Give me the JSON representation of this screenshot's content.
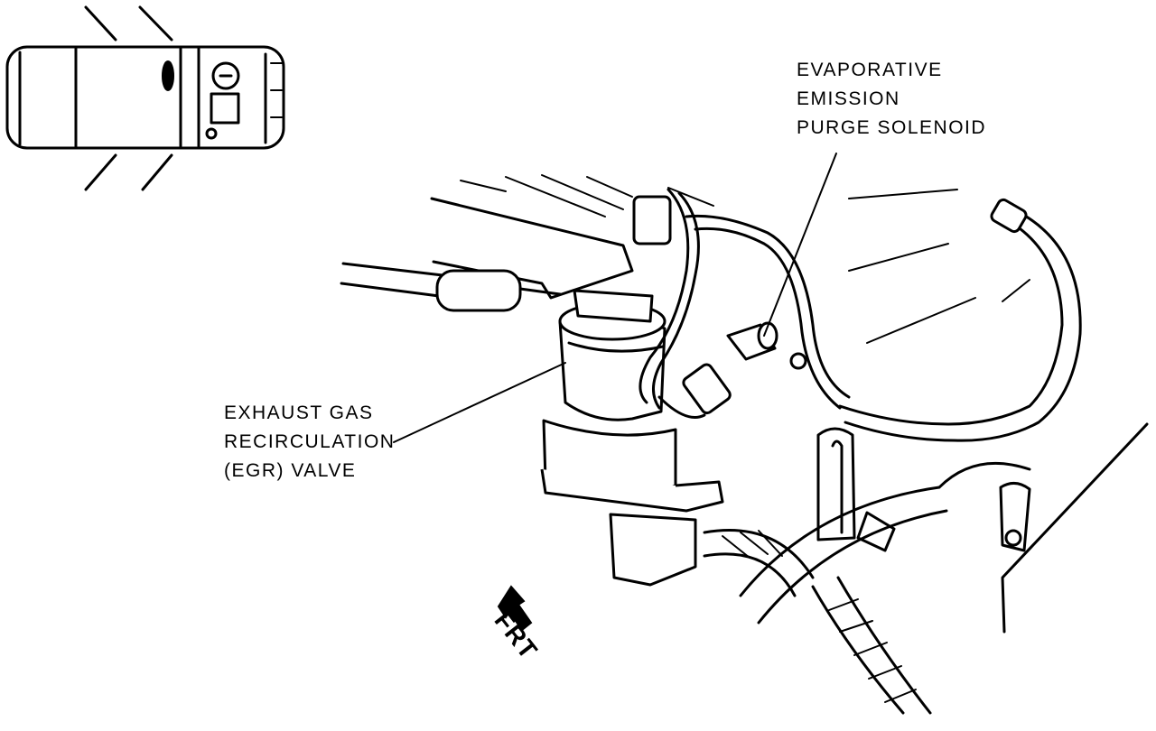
{
  "labels": {
    "evap_line1": "EVAPORATIVE",
    "evap_line2": "EMISSION",
    "evap_line3": "PURGE SOLENOID",
    "egr_line1": "EXHAUST GAS",
    "egr_line2": "RECIRCULATION",
    "egr_line3": "(EGR) VALVE",
    "front": "FRT"
  },
  "icons": {
    "locator": "vehicle-top-view-icon",
    "direction": "front-arrow-icon"
  },
  "colors": {
    "ink": "#000000",
    "paper": "#ffffff"
  }
}
